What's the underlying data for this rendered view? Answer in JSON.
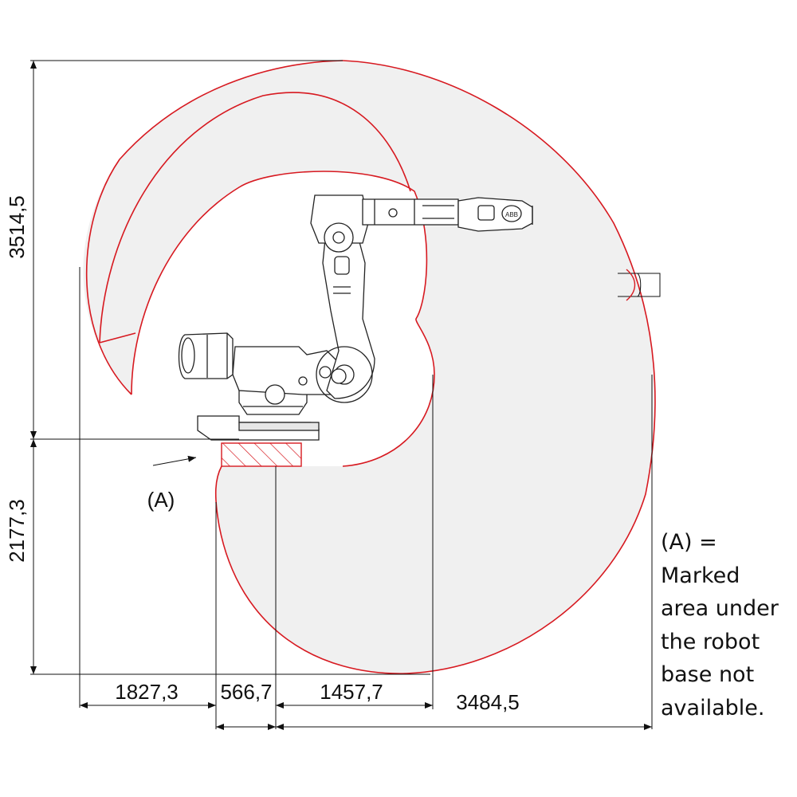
{
  "dimensions": {
    "height_upper": "3514,5",
    "height_lower": "2177,3",
    "width_left": "1827,3",
    "width_base": "566,7",
    "width_inner_reach": "1457,7",
    "width_outer_reach": "3484,5"
  },
  "marker": {
    "label": "(A)"
  },
  "legend": {
    "lines": [
      "(A) =",
      "Marked",
      "area under",
      "the robot",
      "base not",
      "available."
    ]
  },
  "robot": {
    "logo_text": "ABB"
  },
  "colors": {
    "envelope_stroke": "#d71920",
    "envelope_fill": "#f0f0f0",
    "line": "#111111"
  }
}
